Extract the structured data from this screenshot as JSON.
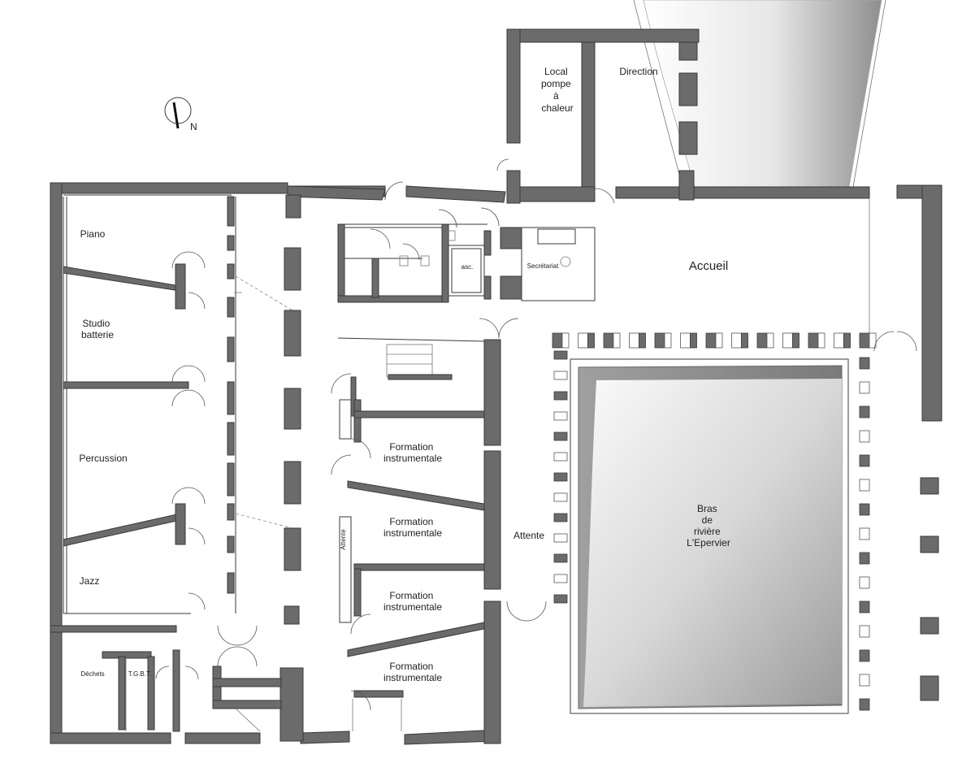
{
  "compass": {
    "north_label": "N"
  },
  "rooms": {
    "local_pompe": [
      "Local",
      "pompe",
      "à",
      "chaleur"
    ],
    "direction": "Direction",
    "piano": "Piano",
    "studio_batterie": [
      "Studio",
      "batterie"
    ],
    "percussion": "Percussion",
    "jazz": "Jazz",
    "dechets": "Déchets",
    "tgbt": "T.G.B.T.",
    "asc": "asc.",
    "secretariat": "Secrétariat",
    "accueil": "Accueil",
    "formation_1": [
      "Formation",
      "instrumentale"
    ],
    "formation_2": [
      "Formation",
      "instrumentale"
    ],
    "formation_3": [
      "Formation",
      "instrumentale"
    ],
    "formation_4": [
      "Formation",
      "instrumentale"
    ],
    "attente": "Attente",
    "attente_small": "Attente",
    "bras_riviere": [
      "Bras",
      "de",
      "rivière",
      "L'Epervier"
    ]
  },
  "colors": {
    "wall": "#6b6b6b",
    "water_light": "#f4f4f4",
    "water_dark": "#8f8f8f"
  }
}
